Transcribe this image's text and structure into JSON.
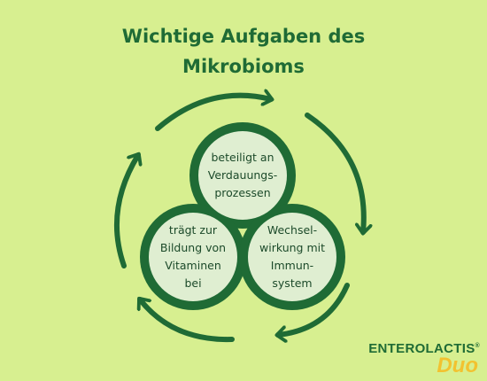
{
  "title": {
    "line1": "Wichtige Aufgaben des",
    "line2": "Mikrobioms"
  },
  "nodes": [
    {
      "id": "top",
      "lines": [
        "beteiligt an",
        "Verdauungs-",
        "prozessen"
      ]
    },
    {
      "id": "left",
      "lines": [
        "trägt zur",
        "Bildung von",
        "Vitaminen",
        "bei"
      ]
    },
    {
      "id": "right",
      "lines": [
        "Wechsel-",
        "wirkung mit",
        "Immun-",
        "system"
      ]
    }
  ],
  "brand": {
    "name": "ENTEROLACTIS",
    "mark": "®",
    "sub": "Duo"
  },
  "colors": {
    "background": "#d7ef90",
    "primary": "#1f6b35",
    "circle_fill": "#dfeed1",
    "accent": "#f2c230"
  }
}
